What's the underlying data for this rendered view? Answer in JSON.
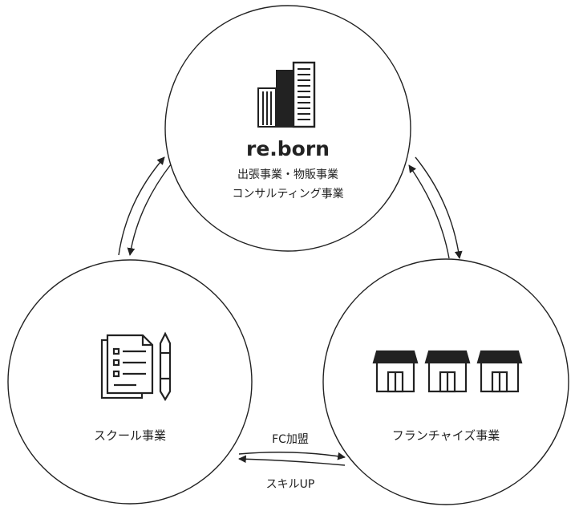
{
  "nodes": {
    "reborn": {
      "title": "re.born",
      "line1": "出張事業・物販事業",
      "line2": "コンサルティング事業",
      "icon": "office-building-icon"
    },
    "school": {
      "label": "スクール事業",
      "icon": "documents-and-pen-icon"
    },
    "franchise": {
      "label": "フランチャイズ事業",
      "icon": "storefronts-icon"
    }
  },
  "connections": {
    "fc_label": "FC加盟",
    "skill_label": "スキルUP"
  },
  "colors": {
    "stroke": "#222222",
    "background": "#ffffff"
  }
}
